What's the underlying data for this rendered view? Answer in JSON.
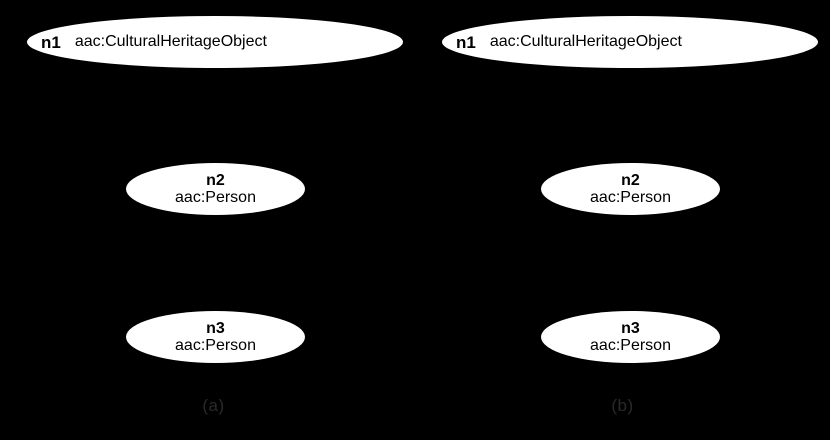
{
  "figure": {
    "background_color": "#000000",
    "node_fill_color": "#ffffff",
    "node_text_color": "#000000",
    "caption_color": "#2a2a2a"
  },
  "panels": [
    {
      "caption": "(a)",
      "nodes": [
        {
          "id": "n1",
          "type": "aac:CulturalHeritageObject"
        },
        {
          "id": "n2",
          "type": "aac:Person"
        },
        {
          "id": "n3",
          "type": "aac:Person"
        }
      ]
    },
    {
      "caption": "(b)",
      "nodes": [
        {
          "id": "n1",
          "type": "aac:CulturalHeritageObject"
        },
        {
          "id": "n2",
          "type": "aac:Person"
        },
        {
          "id": "n3",
          "type": "aac:Person"
        }
      ]
    }
  ]
}
